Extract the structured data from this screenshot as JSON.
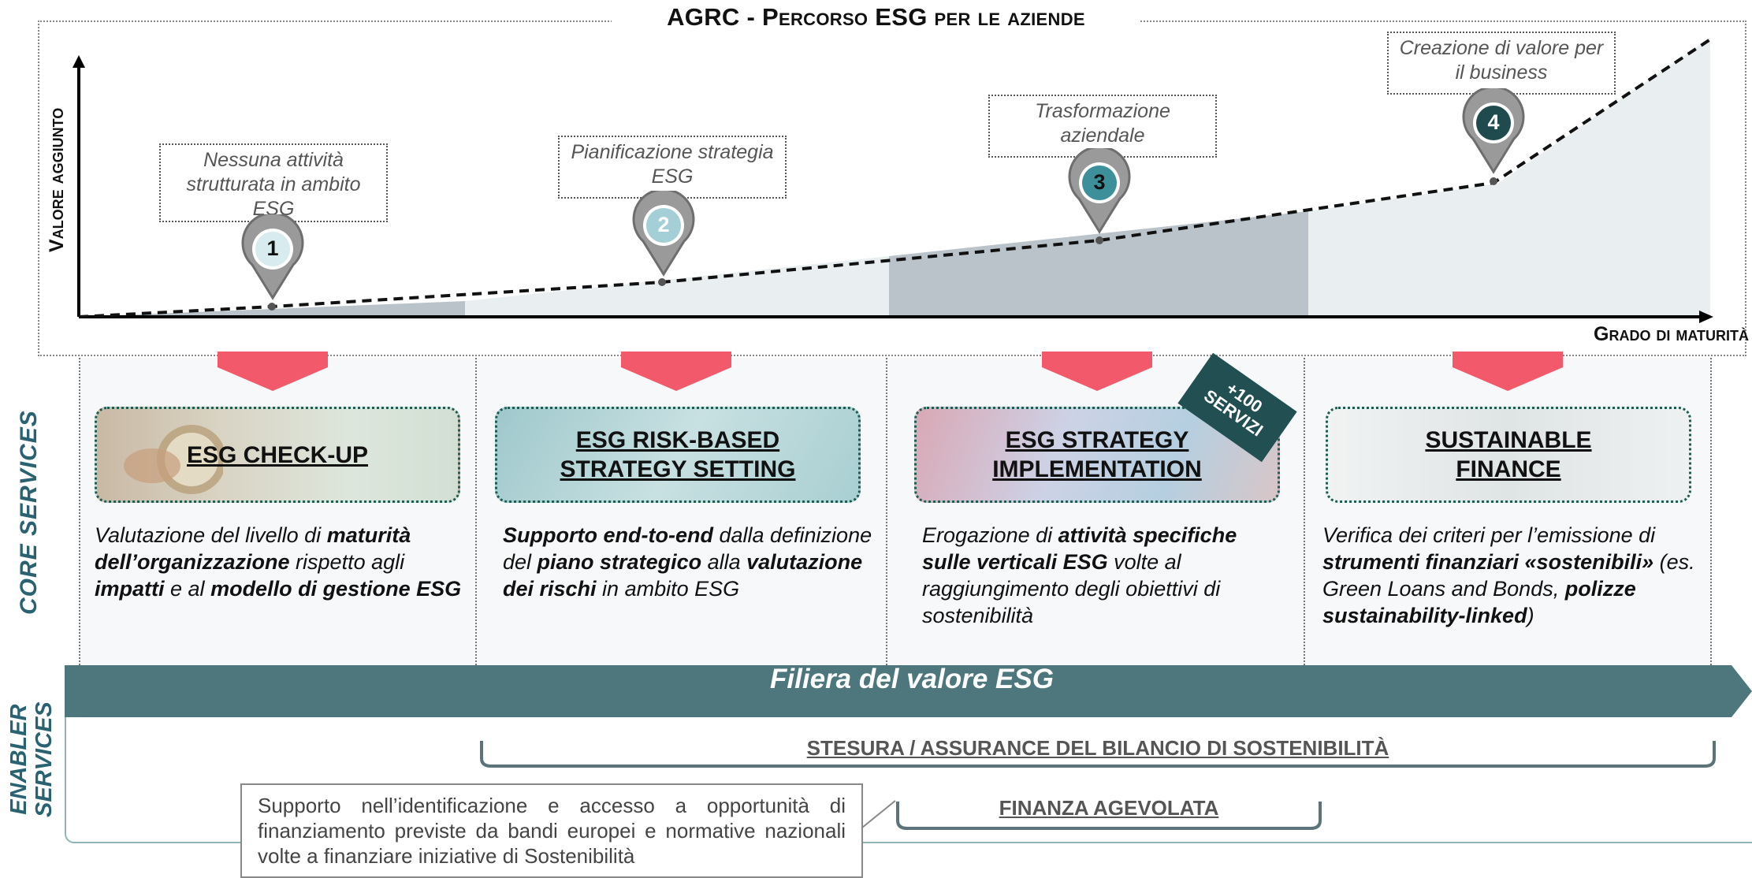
{
  "header": {
    "title": "AGRC - Percorso ESG per le aziende"
  },
  "chart": {
    "y_label": "Valore aggiunto",
    "x_label": "Grado di maturità",
    "stages": [
      {
        "number": "1",
        "callout": "Nessuna attività strutturata in ambito ESG",
        "pin_color": "#d8ebee",
        "number_color": "#111111"
      },
      {
        "number": "2",
        "callout": "Pianificazione strategia ESG",
        "pin_color": "#a5cfd7",
        "number_color": "#ffffff"
      },
      {
        "number": "3",
        "callout": "Trasformazione aziendale",
        "pin_color": "#3d8f99",
        "number_color": "#111111"
      },
      {
        "number": "4",
        "callout": "Creazione di valore per il business",
        "pin_color": "#1f4b4f",
        "number_color": "#ffffff"
      }
    ]
  },
  "core_services": {
    "label": "CORE SERVICES",
    "badge": "+100 SERVIZI",
    "items": [
      {
        "title_line1": "ESG CHECK-UP",
        "title_line2": "",
        "desc": [
          [
            "Valutazione del livello di ",
            false
          ],
          [
            "maturità dell’organizzazione",
            true
          ],
          [
            " rispetto agli ",
            false
          ],
          [
            "impatti",
            true
          ],
          [
            " e al ",
            false
          ],
          [
            "modello di gestione ESG",
            true
          ]
        ]
      },
      {
        "title_line1": "ESG RISK-BASED",
        "title_line2": "STRATEGY SETTING",
        "desc": [
          [
            "Supporto end-to-end",
            true
          ],
          [
            " dalla definizione del ",
            false
          ],
          [
            "piano strategico",
            true
          ],
          [
            " alla ",
            false
          ],
          [
            "valutazione dei rischi",
            true
          ],
          [
            " in ambito ESG",
            false
          ]
        ]
      },
      {
        "title_line1": "ESG STRATEGY",
        "title_line2": "IMPLEMENTATION",
        "desc": [
          [
            "Erogazione di ",
            false
          ],
          [
            "attività specifiche sulle verticali ESG",
            true
          ],
          [
            " volte al raggiungimento degli obiettivi di sostenibilità",
            false
          ]
        ]
      },
      {
        "title_line1": "SUSTAINABLE",
        "title_line2": "FINANCE",
        "desc": [
          [
            "Verifica dei criteri per l’emissione di ",
            false
          ],
          [
            "strumenti finanziari «sostenibili»",
            true
          ],
          [
            " (es. Green Loans and Bonds, ",
            false
          ],
          [
            "polizze sustainability-linked",
            true
          ],
          [
            ")",
            false
          ]
        ]
      }
    ]
  },
  "banner": {
    "text": "Filiera del valore ESG"
  },
  "enabler_services": {
    "label_line1": "ENABLER",
    "label_line2": "SERVICES",
    "bracket1": "STESURA / ASSURANCE DEL BILANCIO DI SOSTENIBILITÀ",
    "bracket2": "FINANZA AGEVOLATA",
    "support_text": "Supporto nell’identificazione e accesso a opportunità di finanziamento previste da bandi europei e normative nazionali volte a finanziare iniziative di Sostenibilità"
  },
  "colors": {
    "accent_red": "#f2596a",
    "teal_dark": "#4e777d",
    "teal_label": "#2a6272"
  }
}
